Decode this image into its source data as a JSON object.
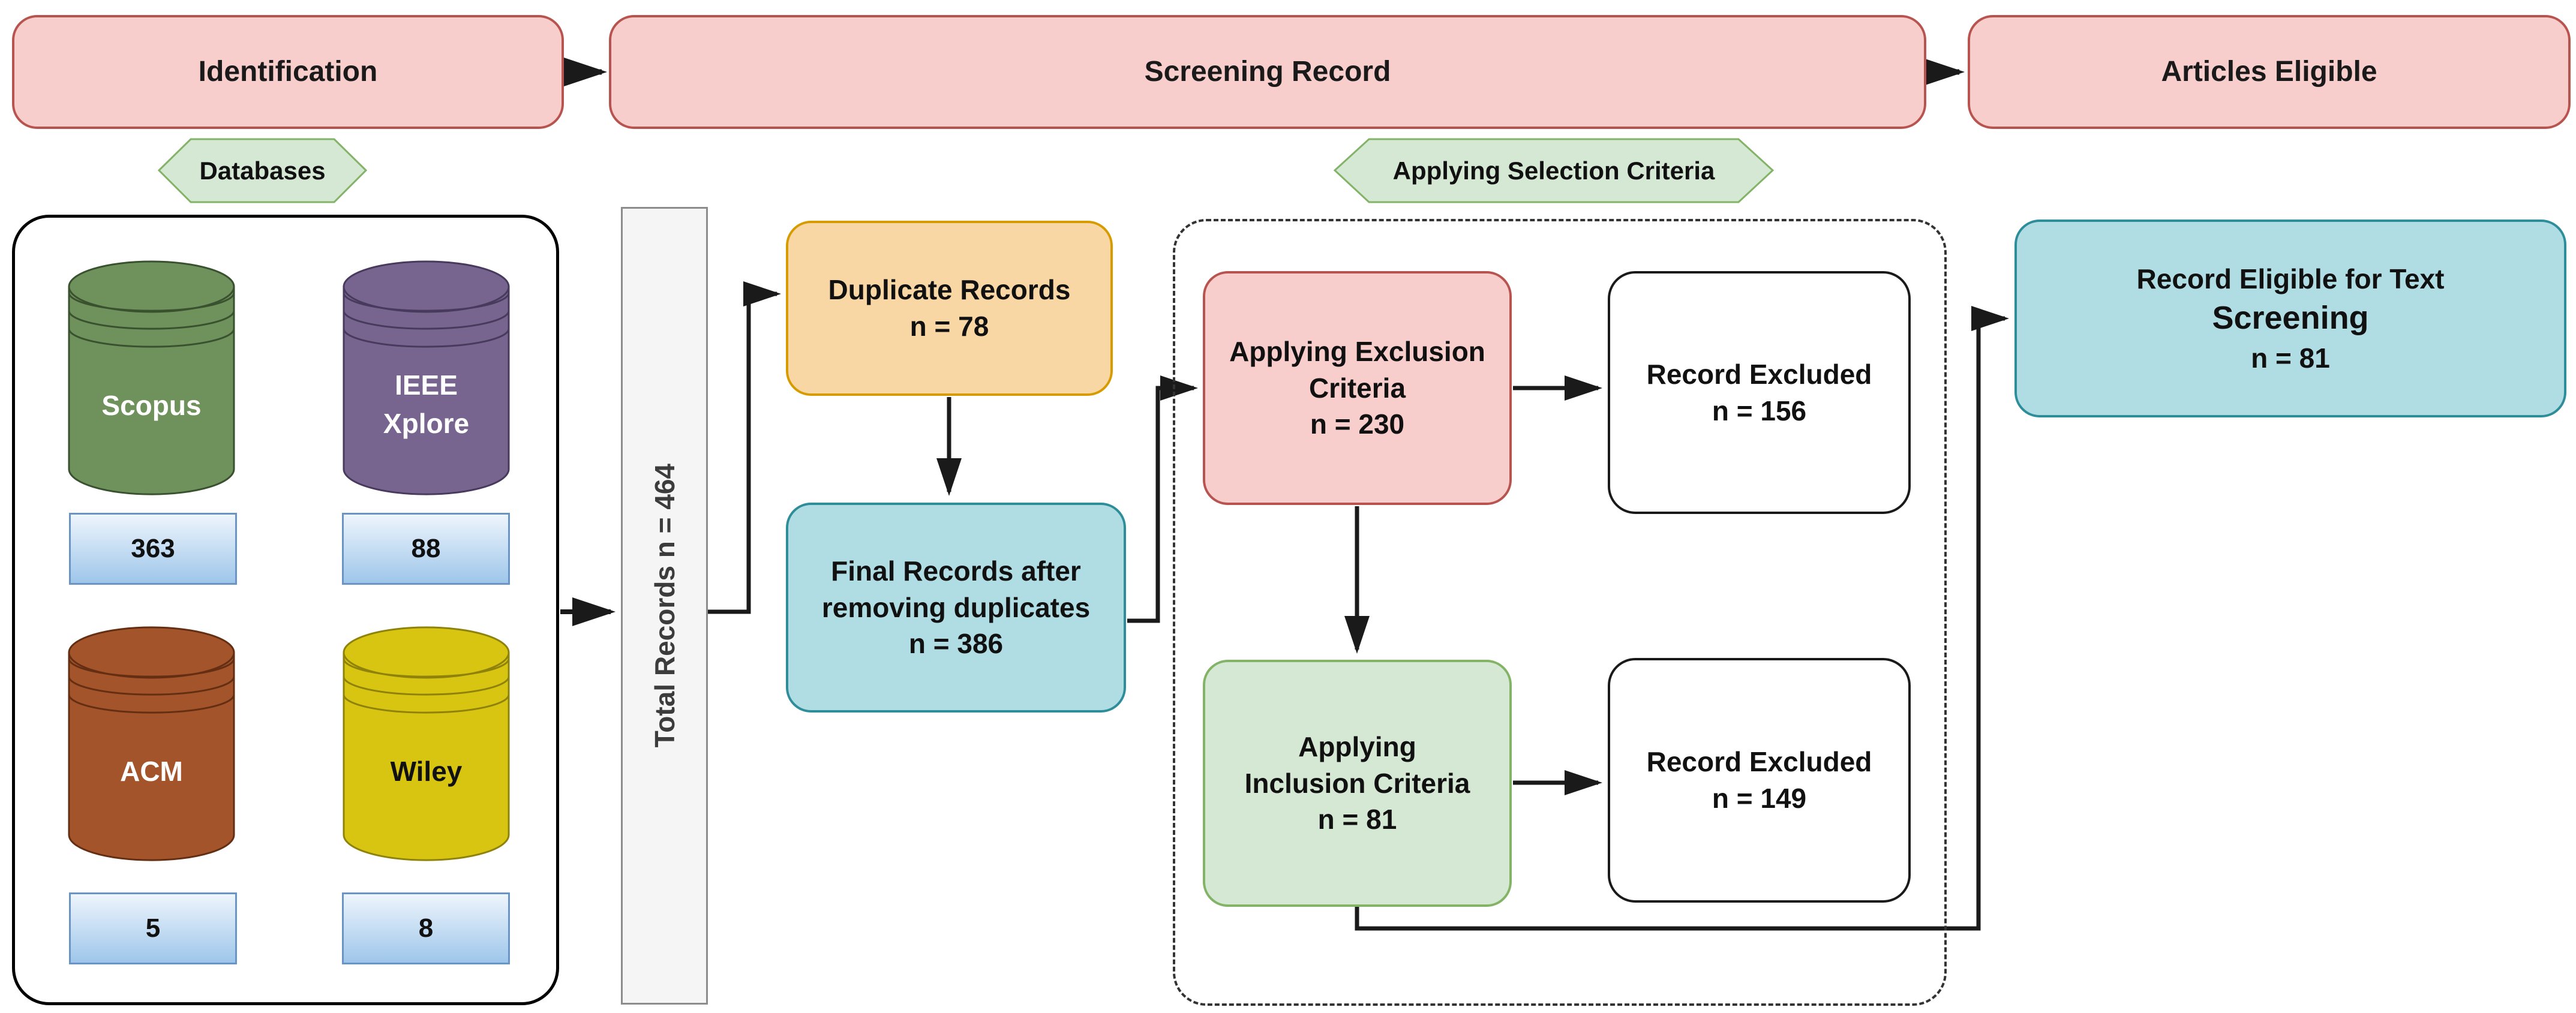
{
  "palette": {
    "stage_fill": "#f8cecc",
    "stage_border": "#b85450",
    "hex_fill": "#d5e8d4",
    "hex_border": "#82b366",
    "orange_fill": "#f8d7a5",
    "orange_border": "#d79b00",
    "teal_fill": "#b0dde4",
    "teal_border": "#2d8d99",
    "green_fill": "#d5e8d4",
    "green_border": "#82b366",
    "badge_fill_top": "#eef5fc",
    "badge_fill_bottom": "#9ec6ea",
    "badge_border": "#6a94c4",
    "bar_fill": "#f5f5f5",
    "bar_border": "#8c8c8c",
    "line_color": "#1a1a1a"
  },
  "headers": {
    "identification": "Identification",
    "screening": "Screening Record",
    "eligible": "Articles Eligible"
  },
  "tags": {
    "databases": "Databases",
    "selection": "Applying Selection Criteria"
  },
  "total_bar": {
    "label": "Total Records n = 464"
  },
  "databases": [
    {
      "name": "Scopus",
      "count": "363",
      "color": "#6f915c",
      "stroke": "#39512e"
    },
    {
      "name": "IEEE",
      "name2": "Xplore",
      "count": "88",
      "color": "#77648f",
      "stroke": "#473a5c"
    },
    {
      "name": "ACM",
      "count": "5",
      "color": "#a3542b",
      "stroke": "#642e12"
    },
    {
      "name": "Wiley",
      "count": "8",
      "color": "#d8c511",
      "stroke": "#8f820b"
    }
  ],
  "boxes": {
    "duplicate": {
      "line1": "Duplicate Records",
      "line2": "n = 78"
    },
    "final": {
      "line1": "Final Records after",
      "line2": "removing duplicates",
      "line3": "n = 386"
    },
    "exclusion": {
      "line1": "Applying Exclusion",
      "line2": "Criteria",
      "line3": "n = 230"
    },
    "excluded156": {
      "line1": "Record Excluded",
      "line2": "n = 156"
    },
    "inclusion": {
      "line1": "Applying",
      "line2": "Inclusion Criteria",
      "line3": "n = 81"
    },
    "excluded149": {
      "line1": "Record Excluded",
      "line2": "n = 149"
    },
    "eligible": {
      "line1": "Record Eligible for Text",
      "line2": "Screening",
      "line3": "n = 81"
    }
  }
}
